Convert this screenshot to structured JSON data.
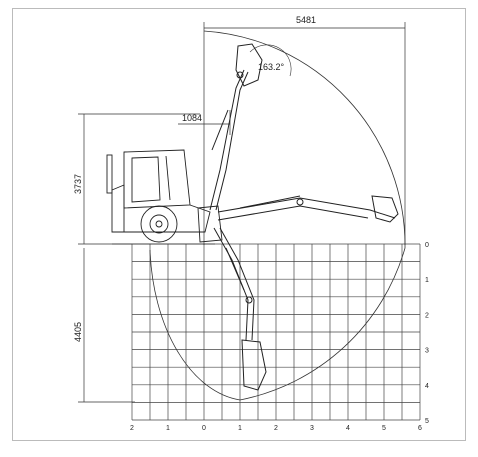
{
  "dimensions": {
    "reach_width": "5481",
    "offset_width": "1084",
    "dig_height": "3737",
    "dig_depth": "4405",
    "bucket_angle": "163.2°"
  },
  "grid": {
    "x_ticks": [
      "2",
      "1",
      "0",
      "1",
      "2",
      "3",
      "4",
      "5",
      "6"
    ],
    "y_ticks": [
      "0",
      "1",
      "2",
      "3",
      "4",
      "5"
    ]
  }
}
